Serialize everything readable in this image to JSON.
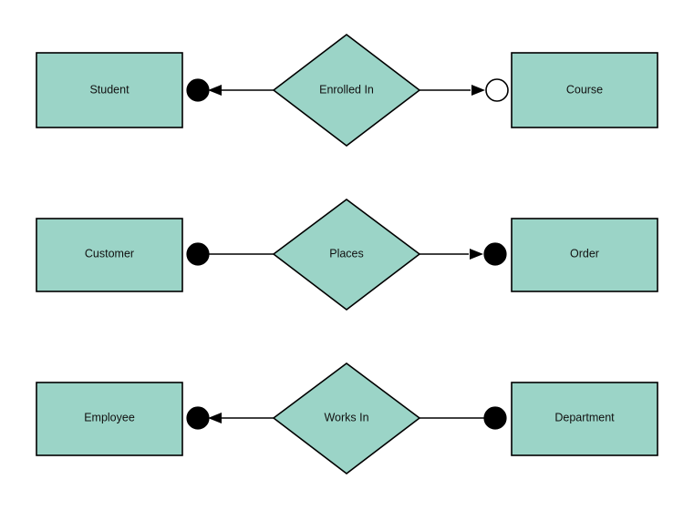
{
  "diagram": {
    "type": "entity-relationship-diagram",
    "background_color": "#ffffff",
    "entity_fill_color": "#9BD4C7",
    "relationship_fill_color": "#9BD4C7",
    "stroke_color": "#000000",
    "filled_dot_color": "#000000",
    "open_dot_color": "#ffffff"
  },
  "rows": [
    {
      "id": "row-enrolled-in",
      "left_entity": {
        "label": "Student"
      },
      "relationship": {
        "label": "Enrolled In"
      },
      "right_entity": {
        "label": "Course"
      },
      "left_connector": {
        "dot": "filled",
        "arrow": "toward-entity"
      },
      "right_connector": {
        "dot": "open",
        "arrow": "toward-entity"
      }
    },
    {
      "id": "row-places",
      "left_entity": {
        "label": "Customer"
      },
      "relationship": {
        "label": "Places"
      },
      "right_entity": {
        "label": "Order"
      },
      "left_connector": {
        "dot": "filled",
        "arrow": "none"
      },
      "right_connector": {
        "dot": "filled",
        "arrow": "toward-entity"
      }
    },
    {
      "id": "row-works-in",
      "left_entity": {
        "label": "Employee"
      },
      "relationship": {
        "label": "Works In"
      },
      "right_entity": {
        "label": "Department"
      },
      "left_connector": {
        "dot": "filled",
        "arrow": "toward-entity"
      },
      "right_connector": {
        "dot": "filled",
        "arrow": "none"
      }
    }
  ]
}
